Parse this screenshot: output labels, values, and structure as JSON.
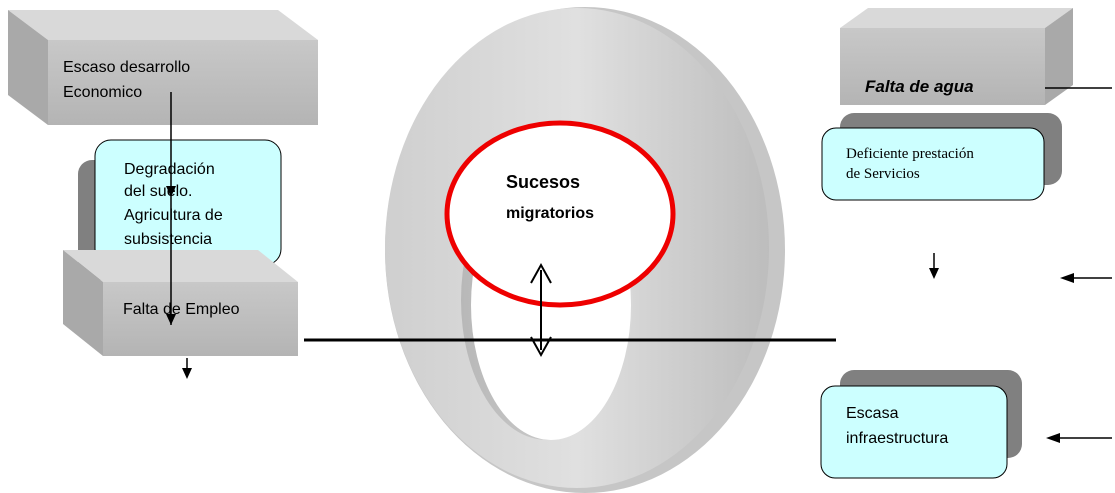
{
  "center": {
    "title_line1": "Sucesos",
    "title_line2": "migratorios"
  },
  "left": {
    "economic_line1": "Escaso desarrollo",
    "economic_line2": "Economico",
    "soil_line1": "Degradación",
    "soil_line2": "del suelo.",
    "soil_line3": "Agricultura de",
    "soil_line4": "subsistencia",
    "employment": "Falta de Empleo"
  },
  "right": {
    "water": "Falta de agua",
    "services_line1": "Deficiente prestación",
    "services_line2": "de Servicios",
    "infra_line1": "Escasa",
    "infra_line2": "infraestructura"
  },
  "colors": {
    "box_face": "#c0c0c0",
    "box_top": "#dcdcdc",
    "box_side": "#a8a8a8",
    "callout_fill": "#ccffff",
    "callout_shadow": "#808080",
    "ring": "#d0d0d0",
    "circle_stroke": "#ee0000"
  }
}
